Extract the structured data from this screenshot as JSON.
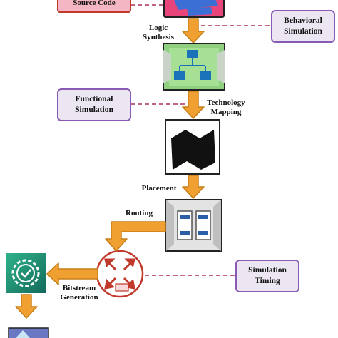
{
  "nodes": {
    "source_code": "Source Code",
    "behavioral_simulation": [
      "Behavioral",
      "Simulation"
    ],
    "logic_synthesis": [
      "Logic",
      "Synthesis"
    ],
    "functional_simulation": [
      "Functional",
      "Simulation"
    ],
    "technology_mapping": [
      "Technology",
      "Mapping"
    ],
    "placement": "Placement",
    "routing": "Routing",
    "bitstream_generation": [
      "Bitstream",
      "Generation"
    ],
    "simulation_timing": [
      "Simulation",
      "Timing"
    ]
  },
  "icons": {
    "design": "design-editor-icon",
    "synthesis": "hierarchy-chart-icon",
    "mapping": "map-sheet-icon",
    "placement": "server-rack-icon",
    "router": "router-arrows-icon",
    "bitstream": "gear-check-icon",
    "output": "output-partial-icon"
  },
  "colors": {
    "arrow_fill": "#f0a030",
    "arrow_stroke": "#c77e18",
    "dashed_line": "#b0305c",
    "side_box_fill": "#ece6f2",
    "side_box_border": "#8a5bb5",
    "source_box_fill": "#f4b6c2",
    "source_box_border": "#c0392b",
    "synthesis_fill": "#8ed080",
    "router_ring": "#c0392b",
    "gear_tile": "#1e8a70"
  }
}
